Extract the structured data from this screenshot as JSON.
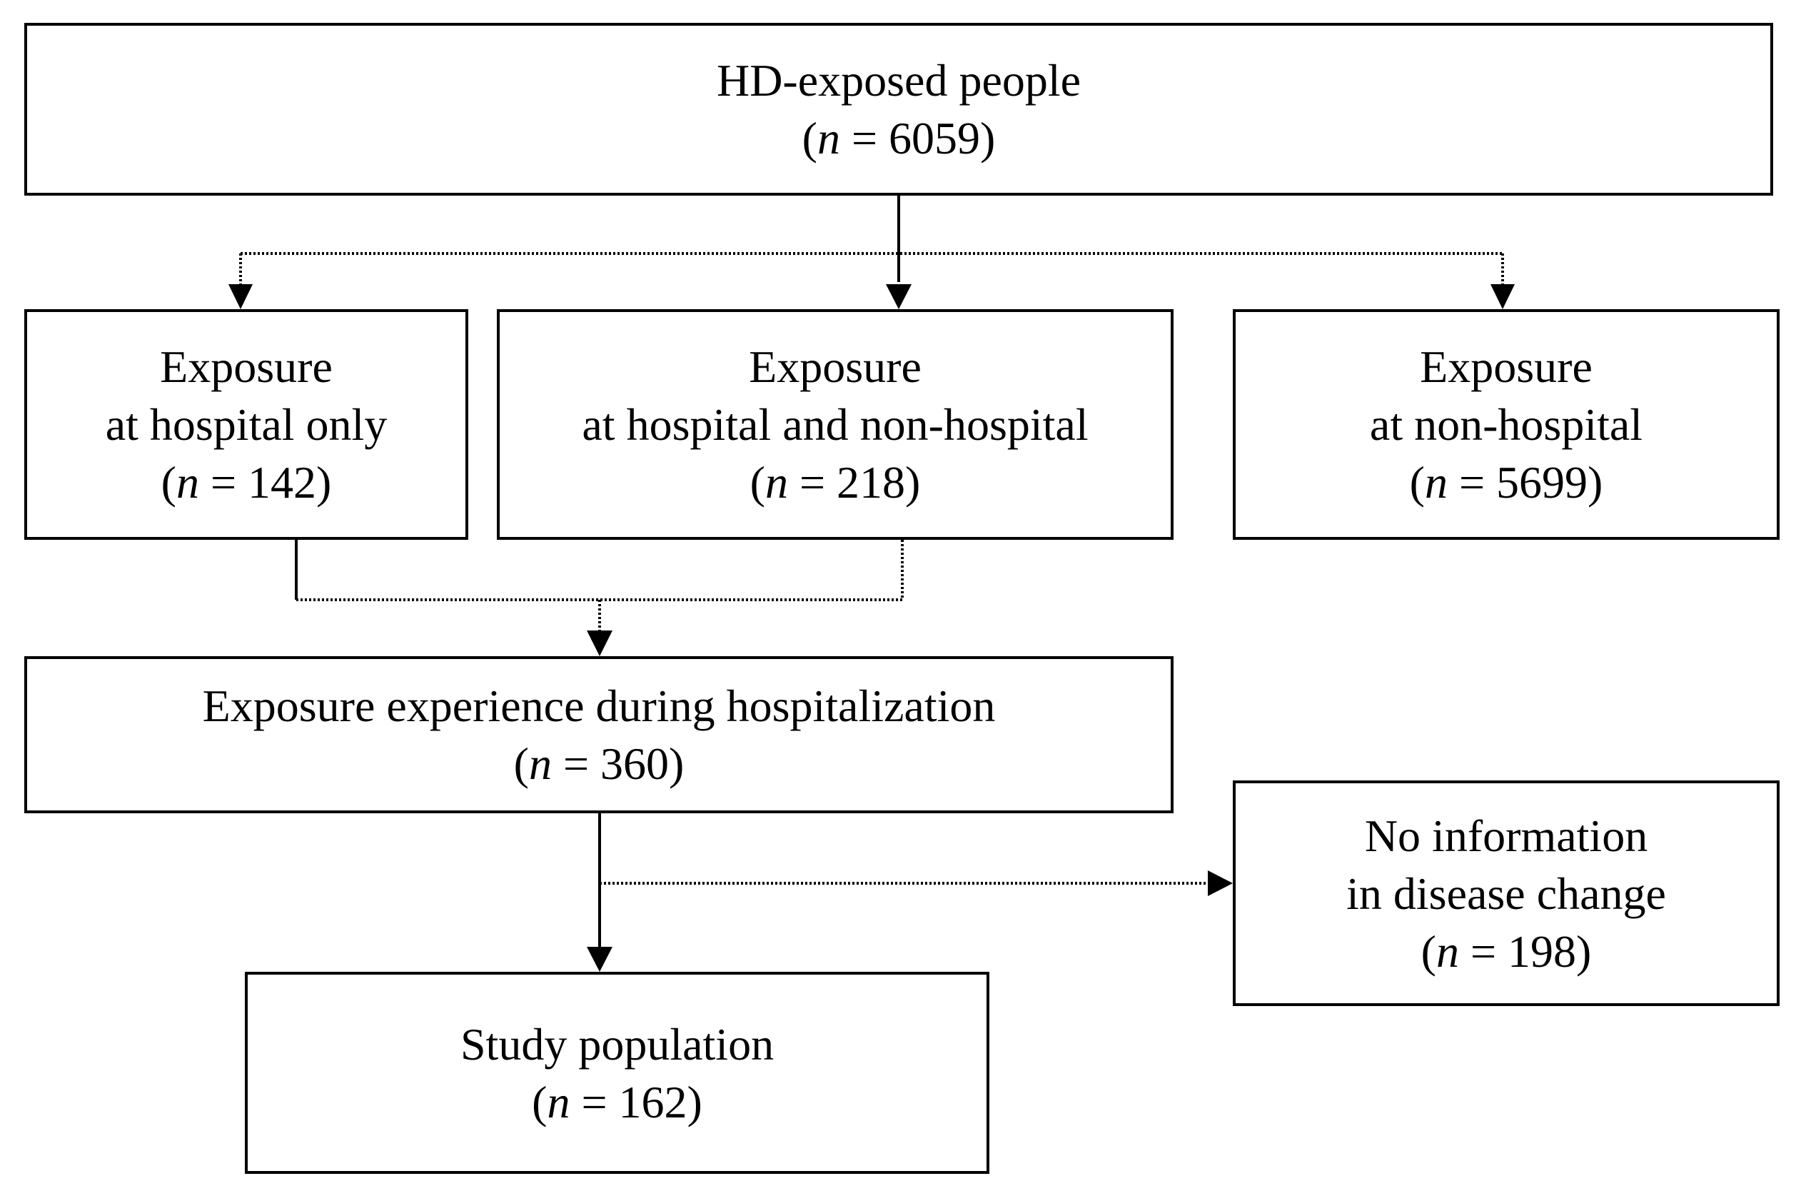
{
  "flowchart": {
    "root": {
      "label": "HD-exposed people",
      "n_prefix": "(",
      "n_var": "n",
      "n_value": " = 6059)"
    },
    "hospital_only": {
      "line1": "Exposure",
      "line2": "at hospital only",
      "n_prefix": "(",
      "n_var": "n",
      "n_value": " = 142)"
    },
    "hospital_and_non": {
      "line1": "Exposure",
      "line2": "at hospital and non-hospital",
      "n_prefix": "(",
      "n_var": "n",
      "n_value": " = 218)"
    },
    "non_hospital": {
      "line1": "Exposure",
      "line2": "at non-hospital",
      "n_prefix": "(",
      "n_var": "n",
      "n_value": " = 5699)"
    },
    "during_hospitalization": {
      "label": "Exposure experience during hospitalization",
      "n_prefix": "(",
      "n_var": "n",
      "n_value": " = 360)"
    },
    "no_information": {
      "line1": "No information",
      "line2": "in disease change",
      "n_prefix": "(",
      "n_var": "n",
      "n_value": " = 198)"
    },
    "study_population": {
      "label": "Study population",
      "n_prefix": "(",
      "n_var": "n",
      "n_value": " = 162)"
    }
  },
  "colors": {
    "stroke": "#000000",
    "background": "#ffffff"
  }
}
